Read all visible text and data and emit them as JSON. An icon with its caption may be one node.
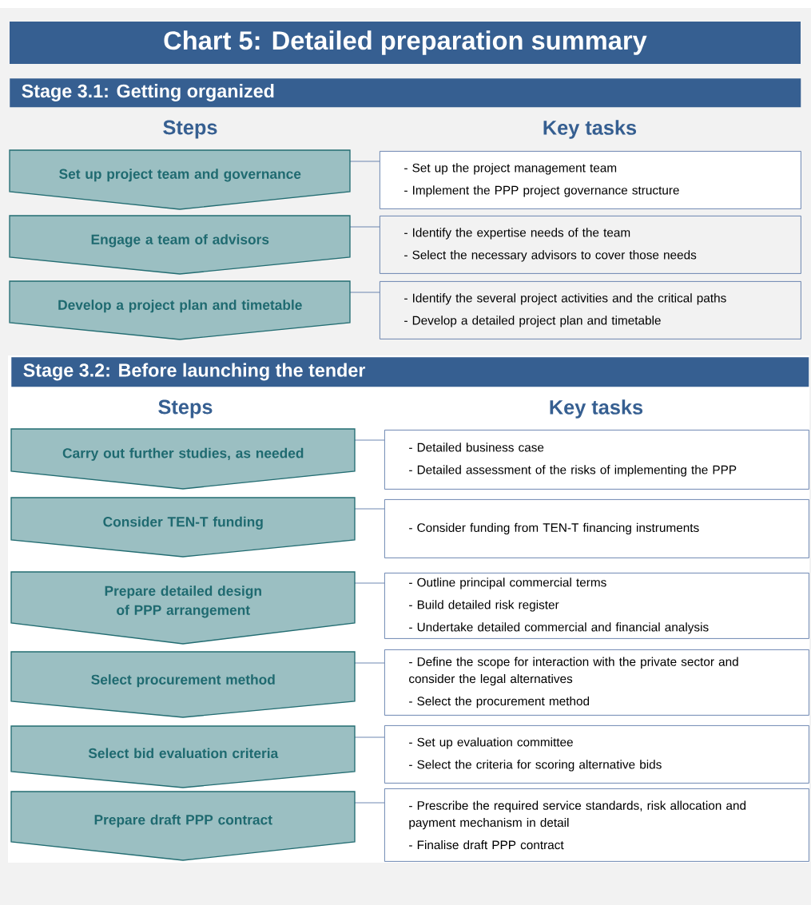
{
  "diagram": {
    "title": "Chart 5: Detailed preparation summary",
    "nodes": [
      {
        "text": [
          "Stage 3.1: Getting organized"
        ]
      },
      {
        "text": [
          "Set up project team and governance"
        ]
      },
      {
        "text": [
          "- Set up the project management team",
          "- Implement the PPP project governance structure"
        ]
      },
      {
        "text": [
          "Engage a team of advisors"
        ]
      },
      {
        "text": [
          "- Identify the expertise needs of the team",
          "- Select the necessary advisors to cover those needs"
        ]
      },
      {
        "text": [
          "Develop a project plan and timetable"
        ]
      },
      {
        "text": [
          "- Identify the several project activities and the critical paths",
          "- Develop a detailed project plan and timetable"
        ]
      },
      {
        "text": [
          "Stage 3.2: Before launching the tender"
        ]
      },
      {
        "text": [
          "Carry out further studies, as needed"
        ]
      },
      {
        "text": [
          "- Detailed business case",
          "- Detailed assessment of the risks of implementing the PPP"
        ]
      },
      {
        "text": [
          "Consider TEN-T funding"
        ]
      },
      {
        "text": [
          "- Consider funding from TEN-T financing instruments"
        ]
      },
      {
        "text": [
          "Prepare detailed design of PPP arrangement"
        ]
      },
      {
        "text": [
          "- Outline principal commercial terms",
          "- Build detailed risk register",
          "- Undertake detailed commercial and financial analysis"
        ]
      },
      {
        "text": [
          "Select procurement method"
        ]
      },
      {
        "text": [
          "- Define the scope for interaction with the private sector and consider the legal alternatives",
          "- Select the procurement method"
        ]
      },
      {
        "text": [
          "Select bid evaluation criteria"
        ]
      },
      {
        "text": [
          "- Set up evaluation committee",
          "- Select the criteria for scoring alternative bids"
        ]
      },
      {
        "text": [
          "Prepare draft PPP contract"
        ]
      },
      {
        "text": [
          "- Prescribe the required service standards, risk allocation and payment mechanism in detail",
          "- Finalise draft PPP contract"
        ]
      }
    ],
    "edges": [
      {
        "from": 1,
        "to": 2,
        "arrow": "none"
      },
      {
        "from": 3,
        "to": 4,
        "arrow": "none"
      },
      {
        "from": 5,
        "to": 6,
        "arrow": "none"
      },
      {
        "from": 8,
        "to": 9,
        "arrow": "none"
      },
      {
        "from": 10,
        "to": 11,
        "arrow": "none"
      },
      {
        "from": 12,
        "to": 13,
        "arrow": "none"
      },
      {
        "from": 14,
        "to": 15,
        "arrow": "none"
      },
      {
        "from": 16,
        "to": 17,
        "arrow": "none"
      },
      {
        "from": 18,
        "to": 19,
        "arrow": "none"
      }
    ],
    "labels": [
      "Steps",
      "Key tasks",
      "Steps",
      "Key tasks"
    ]
  }
}
